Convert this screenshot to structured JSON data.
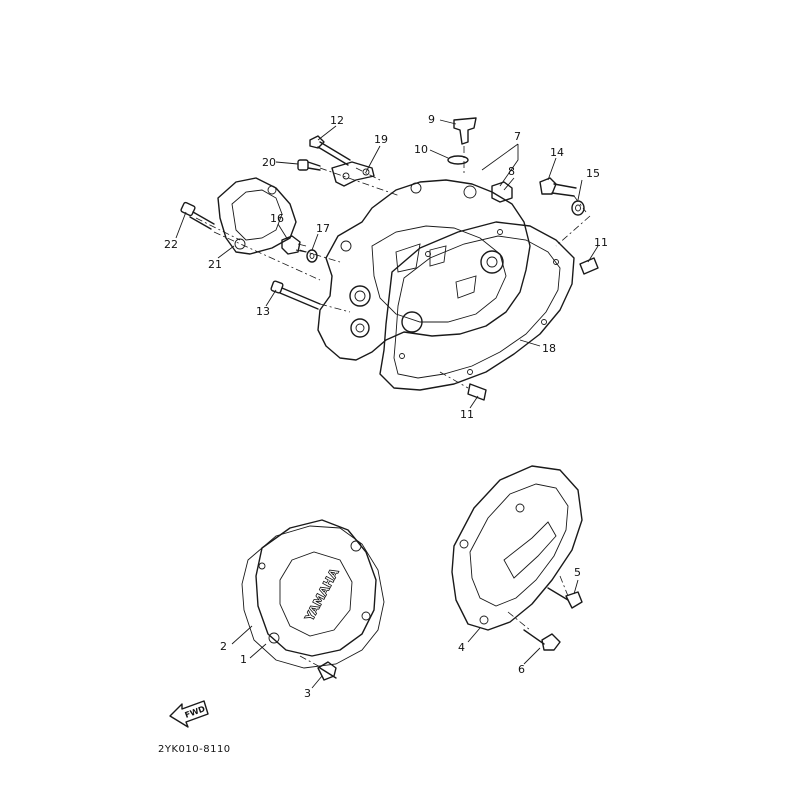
{
  "drawing_code": "2YK010-8110",
  "fwd_label": "FWD",
  "logo_text": "YAMAHA",
  "callouts": {
    "c1": "1",
    "c2": "2",
    "c3": "3",
    "c4": "4",
    "c5": "5",
    "c6": "6",
    "c7": "7",
    "c8": "8",
    "c9": "9",
    "c10": "10",
    "c11a": "11",
    "c11b": "11",
    "c12": "12",
    "c13": "13",
    "c14": "14",
    "c15": "15",
    "c16": "16",
    "c17": "17",
    "c18": "18",
    "c19": "19",
    "c20": "20",
    "c21": "21",
    "c22": "22"
  }
}
